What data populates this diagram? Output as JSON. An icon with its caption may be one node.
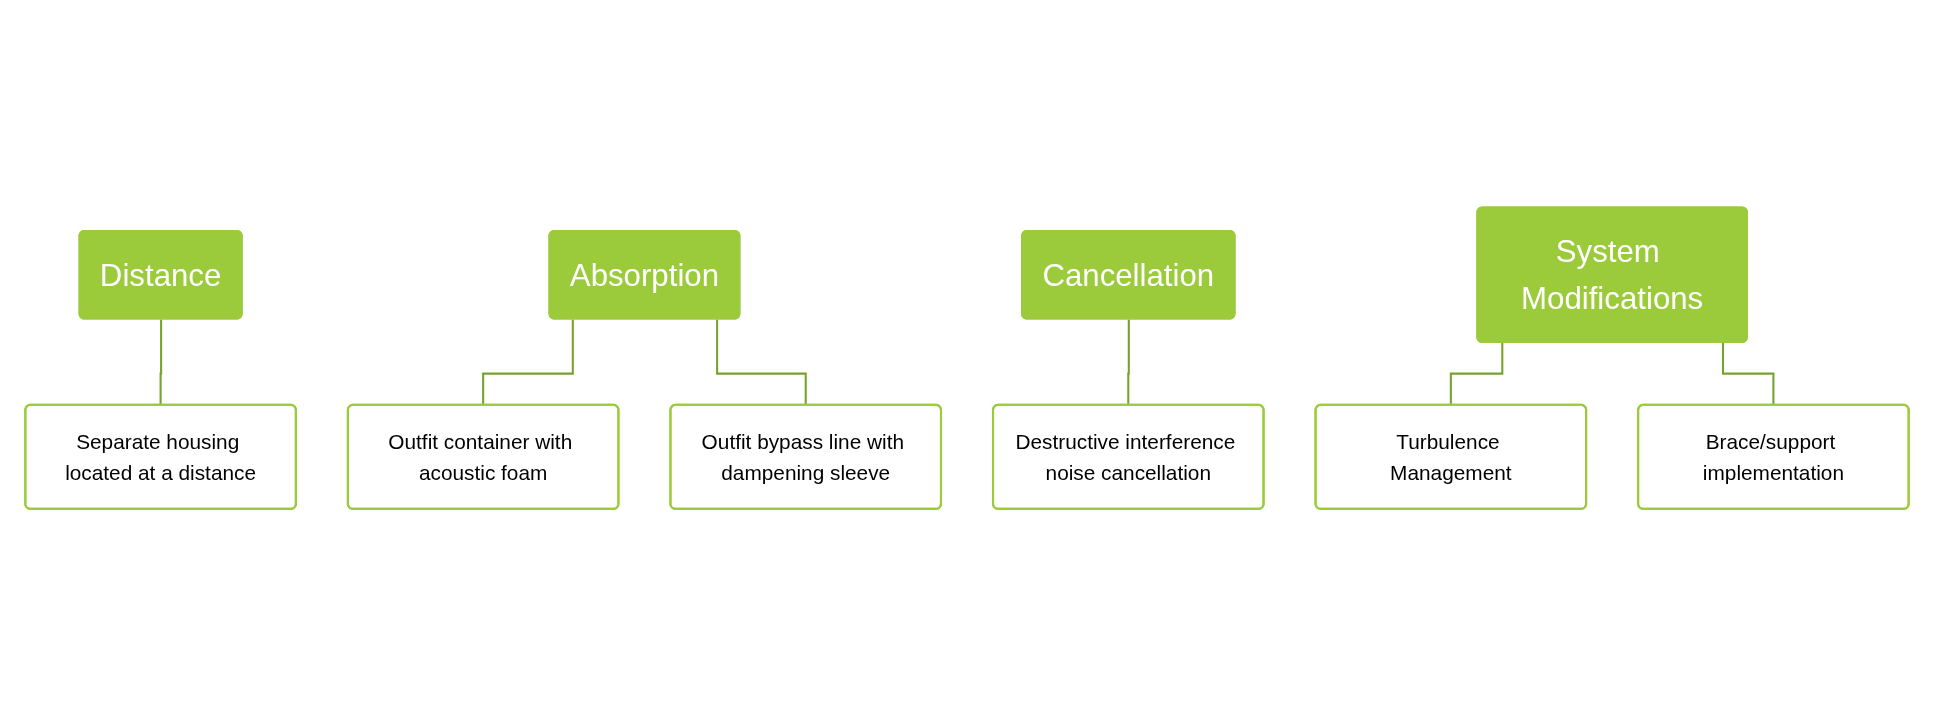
{
  "diagram": {
    "nodes": [
      {
        "text": [
          "Distance"
        ]
      },
      {
        "text": [
          "Separate housing located at a distance"
        ]
      },
      {
        "text": [
          "Absorption"
        ]
      },
      {
        "text": [
          "Outfit container with acoustic foam"
        ]
      },
      {
        "text": [
          "Outfit bypass line with dampening sleeve"
        ]
      },
      {
        "text": [
          "Cancellation"
        ]
      },
      {
        "text": [
          "Destructive interference noise cancellation"
        ]
      },
      {
        "text": [
          "System Modifications"
        ]
      },
      {
        "text": [
          "Turbulence Management"
        ]
      },
      {
        "text": [
          "Brace/support implementation"
        ]
      }
    ],
    "edges": [
      {
        "from": 0,
        "to": 1,
        "arrow": "none"
      },
      {
        "from": 2,
        "to": 3,
        "arrow": "none"
      },
      {
        "from": 2,
        "to": 4,
        "arrow": "none"
      },
      {
        "from": 5,
        "to": 6,
        "arrow": "none"
      },
      {
        "from": 7,
        "to": 8,
        "arrow": "none"
      },
      {
        "from": 7,
        "to": 9,
        "arrow": "none"
      }
    ]
  }
}
